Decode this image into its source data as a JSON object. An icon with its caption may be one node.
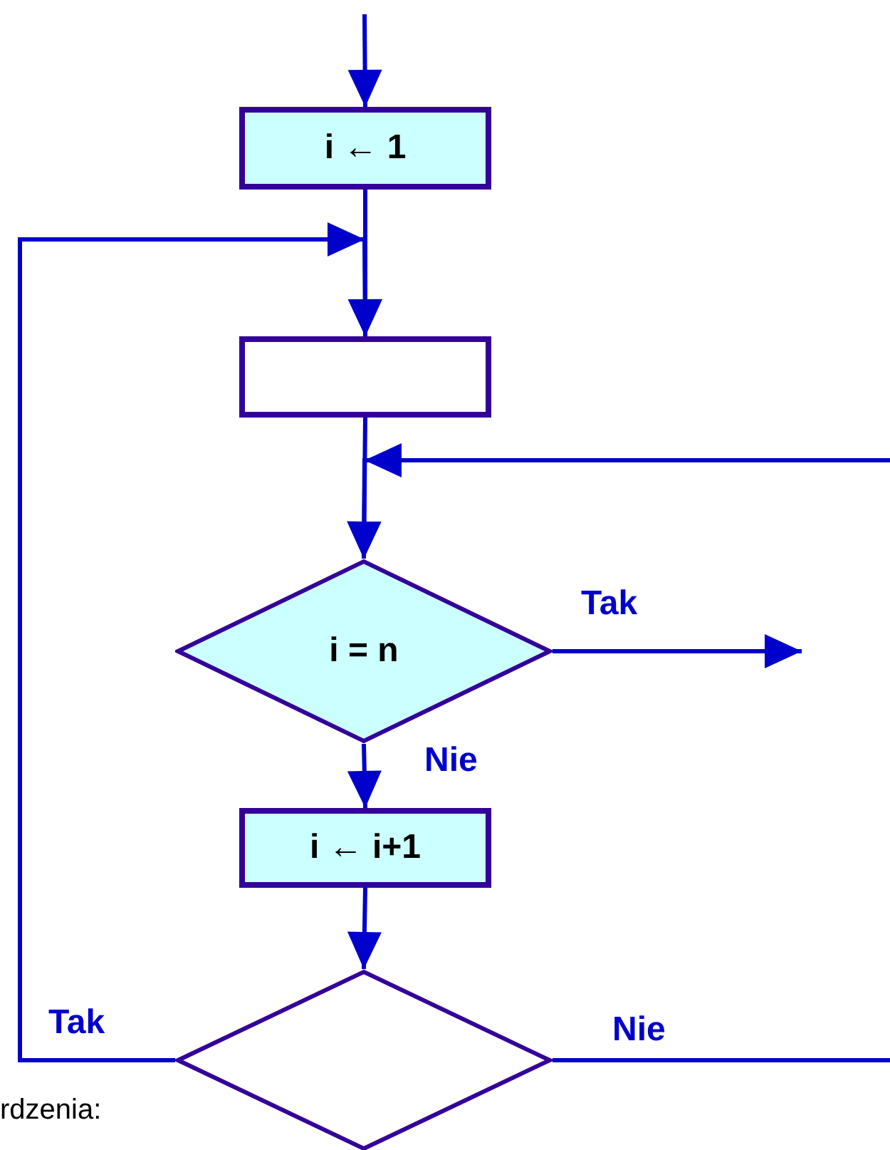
{
  "diagram": {
    "nodes": [
      {
        "text": [
          "i ← 1"
        ]
      },
      {
        "text": [],
        "shape": "box"
      },
      {
        "text": [
          "i = n"
        ]
      },
      {
        "text": [
          "i ← i+1"
        ]
      },
      {
        "text": [],
        "shape": "diamond"
      }
    ],
    "edges": [
      {
        "from": null,
        "to": 0,
        "arrow": "to"
      },
      {
        "from": 0,
        "to": 1,
        "arrow": "to"
      },
      {
        "from": 4,
        "to": 1,
        "arrow": "to",
        "label": "Tak"
      },
      {
        "from": 1,
        "to": 2,
        "arrow": "to"
      },
      {
        "from": null,
        "to": 2,
        "arrow": "to"
      },
      {
        "from": 2,
        "to": null,
        "arrow": "to",
        "label": "Tak"
      },
      {
        "from": 2,
        "to": 3,
        "arrow": "to",
        "label": "Nie"
      },
      {
        "from": 3,
        "to": 4,
        "arrow": "to"
      },
      {
        "from": 4,
        "to": null,
        "arrow": "none",
        "label": "Nie"
      }
    ],
    "labels": [
      "rdzenia:"
    ]
  }
}
